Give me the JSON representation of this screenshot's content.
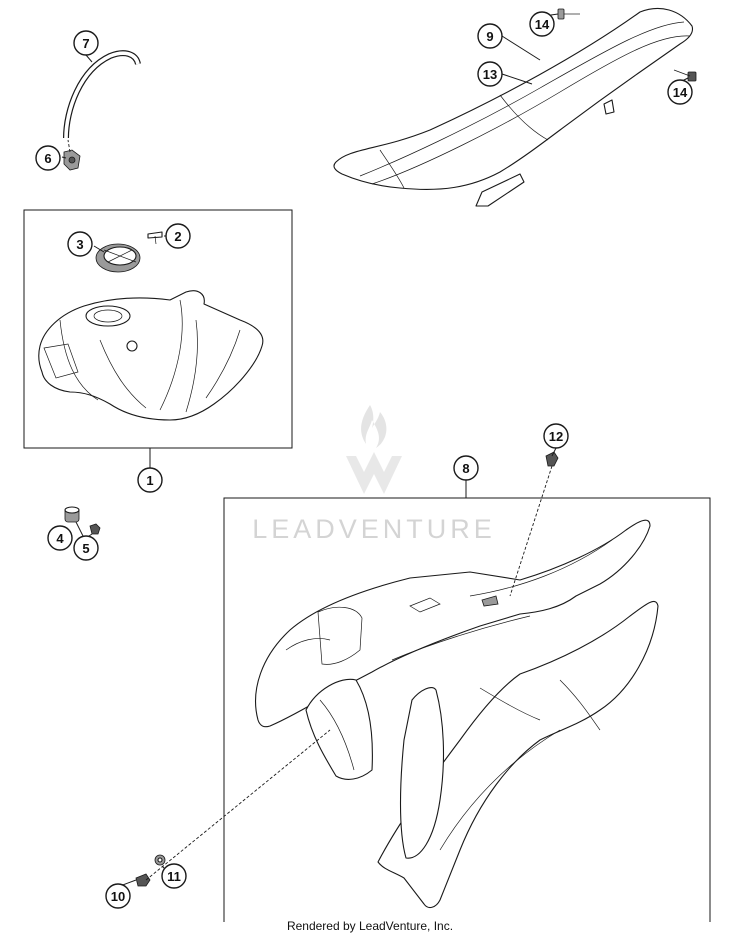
{
  "watermark": {
    "brand": "LEADVENTURE"
  },
  "footer": {
    "credit": "Rendered by LeadVenture, Inc."
  },
  "callouts": {
    "c1": "1",
    "c2": "2",
    "c3": "3",
    "c4": "4",
    "c5": "5",
    "c6": "6",
    "c7": "7",
    "c8": "8",
    "c9": "9",
    "c10": "10",
    "c11": "11",
    "c12": "12",
    "c13": "13",
    "c14a": "14",
    "c14b": "14"
  }
}
